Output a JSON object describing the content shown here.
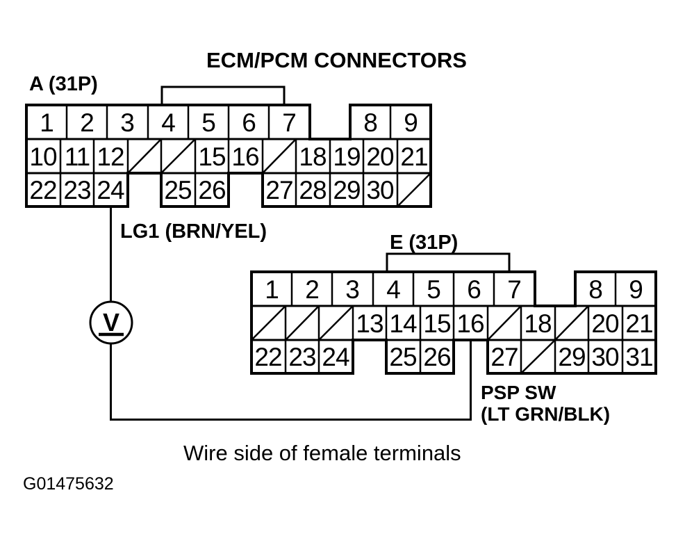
{
  "title": "ECM/PCM CONNECTORS",
  "caption": "Wire side of female terminals",
  "figure_id": "G01475632",
  "colors": {
    "ink": "#000000",
    "paper": "#ffffff"
  },
  "meter": {
    "symbol": "V"
  },
  "wires": {
    "lg1_label": "LG1 (BRN/YEL)",
    "psp_label_line1": "PSP SW",
    "psp_label_line2": "(LT GRN/BLK)"
  },
  "connector_a": {
    "label": "A (31P)",
    "row1": [
      "1",
      "2",
      "3",
      "4",
      "5",
      "6",
      "7",
      "8",
      "9"
    ],
    "row2": [
      "10",
      "11",
      "12",
      "15",
      "16",
      "18",
      "19",
      "20",
      "21"
    ],
    "row3": [
      "22",
      "23",
      "24",
      "25",
      "26",
      "27",
      "28",
      "29",
      "30"
    ],
    "unused_slash_positions": {
      "row2": [
        4,
        5,
        8
      ],
      "row3": [
        12
      ]
    }
  },
  "connector_e": {
    "label": "E (31P)",
    "row1": [
      "1",
      "2",
      "3",
      "4",
      "5",
      "6",
      "7",
      "8",
      "9"
    ],
    "row2": [
      "13",
      "14",
      "15",
      "16",
      "18",
      "20",
      "21"
    ],
    "row3": [
      "22",
      "23",
      "24",
      "25",
      "26",
      "27",
      "29",
      "30",
      "31"
    ],
    "unused_slash_positions": {
      "row2": [
        1,
        2,
        3,
        8,
        10
      ],
      "row3": [
        9
      ]
    }
  }
}
